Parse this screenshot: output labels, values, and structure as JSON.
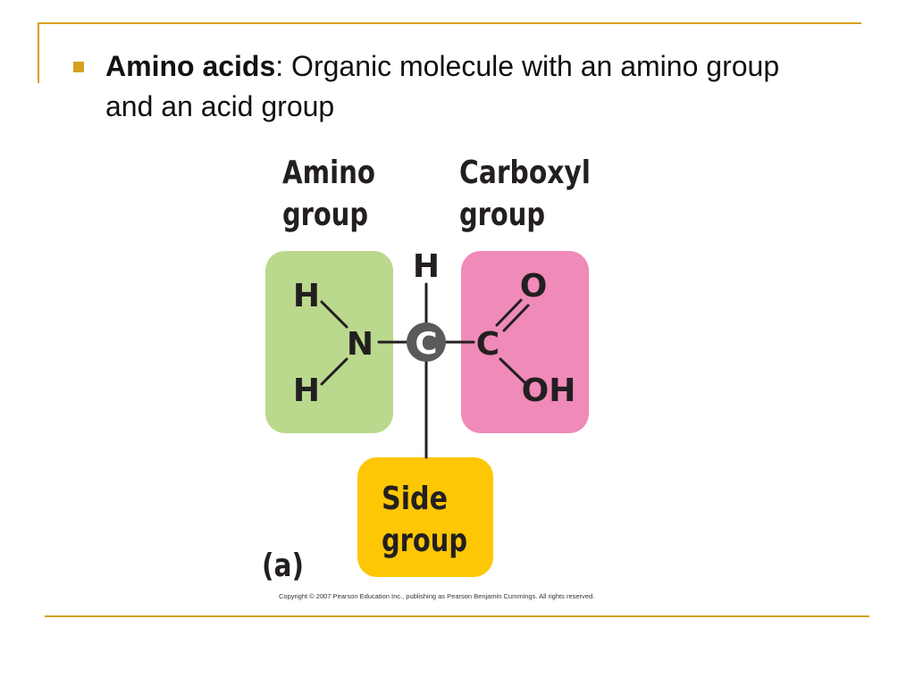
{
  "bullet": {
    "term": "Amino acids",
    "separator": ":",
    "definition": " Organic molecule with an amino group and an acid group"
  },
  "diagram": {
    "amino_group_label": [
      "Amino",
      "group"
    ],
    "carboxyl_group_label": [
      "Carboxyl",
      "group"
    ],
    "side_group_label": [
      "Side",
      "group"
    ],
    "atoms": {
      "top_h": "H",
      "amino_h_top": "H",
      "amino_h_bottom": "H",
      "nitrogen": "N",
      "central_carbon": "C",
      "carboxyl_carbon": "C",
      "oxygen": "O",
      "hydroxyl": "OH"
    },
    "panel_label": "(a)",
    "colors": {
      "amino_box": "#bbd98d",
      "carboxyl_box": "#f08ab8",
      "side_box": "#fdc705",
      "central_carbon_fill": "#5a5a5c",
      "accent_frame": "#d4a21c"
    }
  },
  "copyright": "Copyright © 2007 Pearson Education Inc., publishing as Pearson Benjamin Cummings. All rights reserved."
}
